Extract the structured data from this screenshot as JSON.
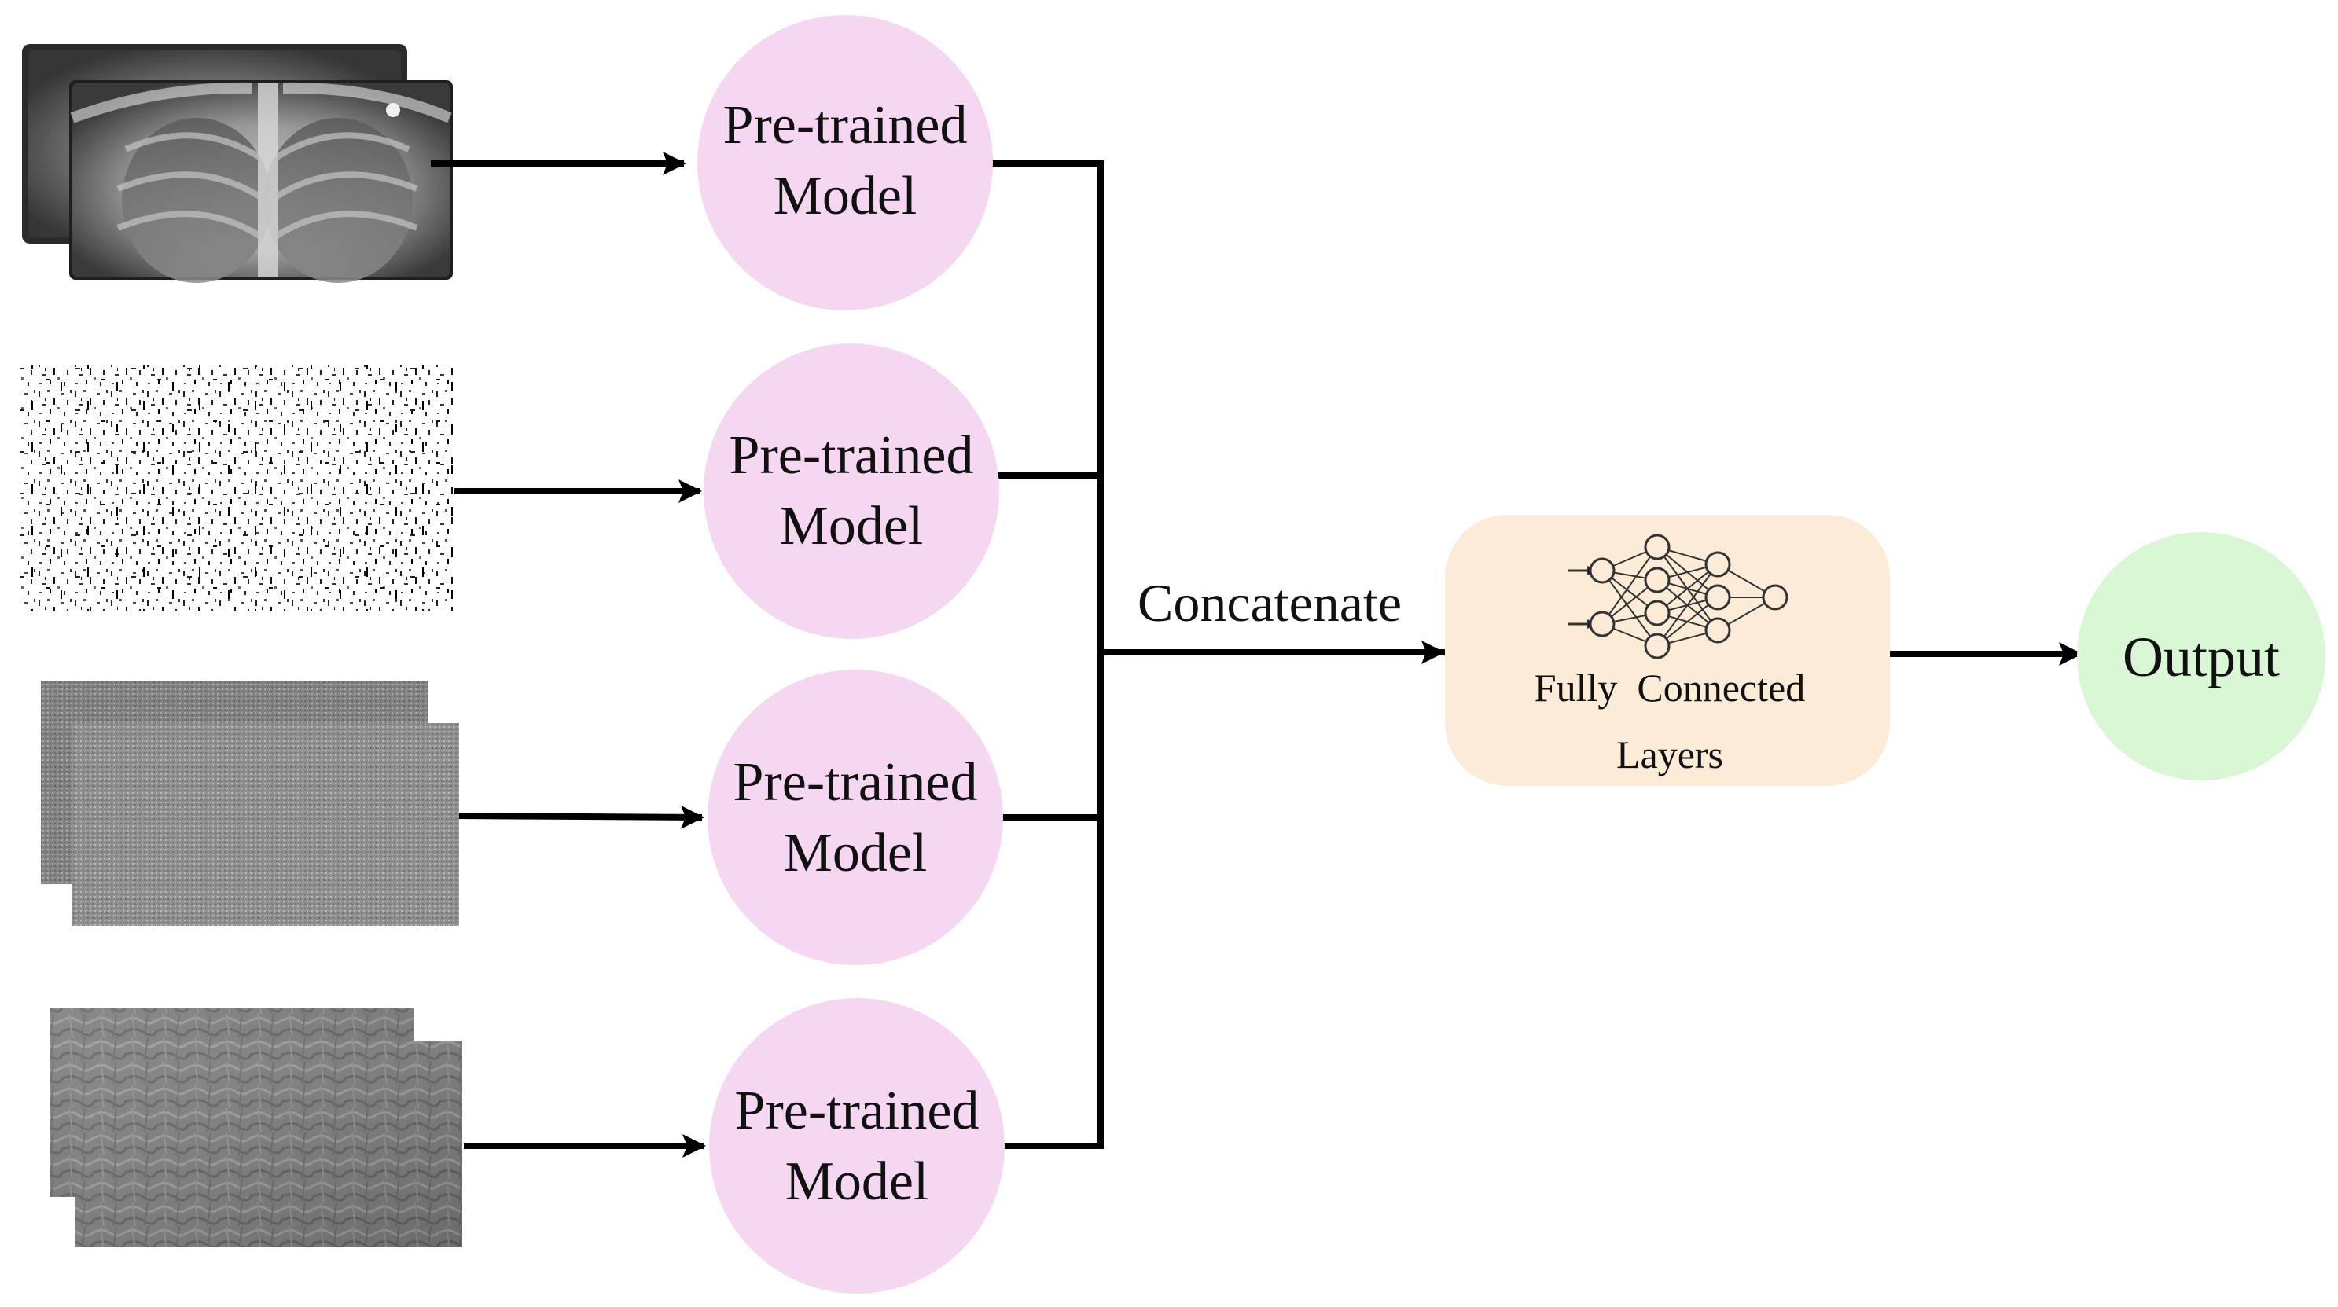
{
  "colors": {
    "model_fill": "#f5d7f2",
    "fc_fill": "#fcebd7",
    "output_fill": "#d9f7d4",
    "line": "#000000",
    "text": "#111111"
  },
  "models": [
    {
      "label_line1": "Pre-trained",
      "label_line2": "Model"
    },
    {
      "label_line1": "Pre-trained",
      "label_line2": "Model"
    },
    {
      "label_line1": "Pre-trained",
      "label_line2": "Model"
    },
    {
      "label_line1": "Pre-trained",
      "label_line2": "Model"
    }
  ],
  "inputs": [
    {
      "kind": "chest-xray"
    },
    {
      "kind": "sparse-noise"
    },
    {
      "kind": "fine-texture"
    },
    {
      "kind": "coarse-texture"
    }
  ],
  "concatenate_label": "Concatenate",
  "fc": {
    "label_line1": "Fully  Connected",
    "label_line2": "Layers",
    "icon": "neural-network-icon"
  },
  "output_label": "Output"
}
